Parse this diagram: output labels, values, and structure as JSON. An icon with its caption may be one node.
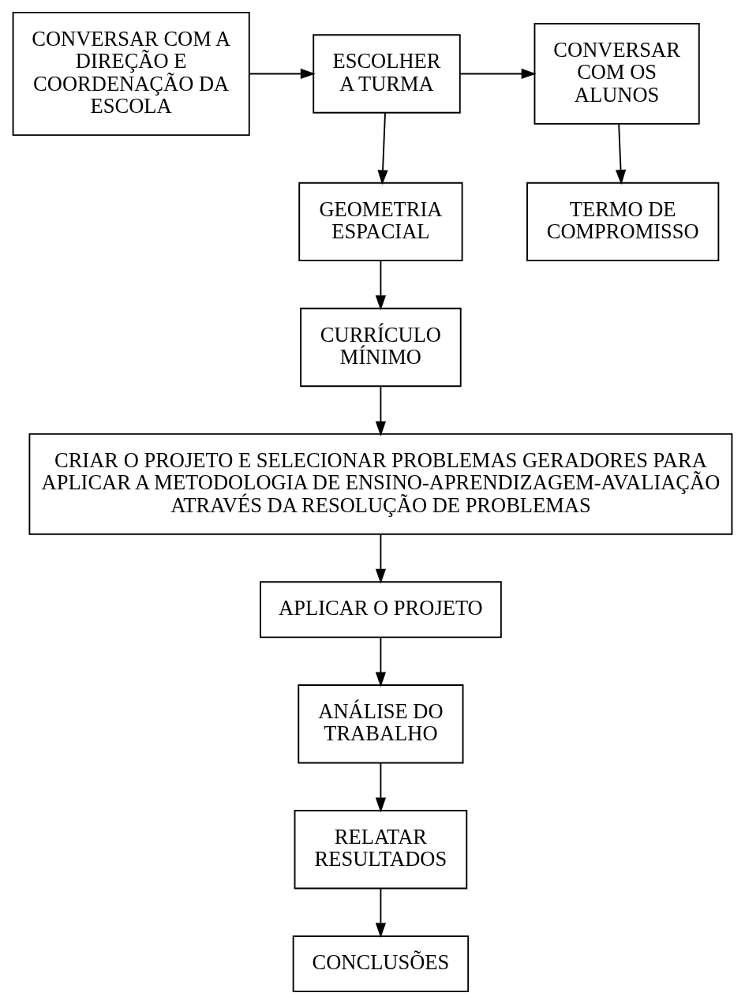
{
  "diagram": {
    "nodes": [
      {
        "text": [
          "CONVERSAR COM A DIREÇÃO E COORDENAÇÃO DA ESCOLA"
        ]
      },
      {
        "text": [
          "ESCOLHER A TURMA"
        ]
      },
      {
        "text": [
          "CONVERSAR COM OS ALUNOS"
        ]
      },
      {
        "text": [
          "GEOMETRIA ESPACIAL"
        ]
      },
      {
        "text": [
          "TERMO DE COMPROMISSO"
        ]
      },
      {
        "text": [
          "CURRÍCULO MÍNIMO"
        ]
      },
      {
        "text": [
          "CRIAR O PROJETO E SELECIONAR PROBLEMAS GERADORES PARA APLICAR A METODOLOGIA DE ENSINO-APRENDIZAGEM-AVALIAÇÃO ATRAVÉS DA RESOLUÇÃO DE PROBLEMAS"
        ]
      },
      {
        "text": [
          "APLICAR O PROJETO"
        ]
      },
      {
        "text": [
          "ANÁLISE DO TRABALHO"
        ]
      },
      {
        "text": [
          "RELATAR RESULTADOS"
        ]
      },
      {
        "text": [
          "CONCLUSÕES"
        ]
      }
    ],
    "edges": [
      {
        "from": 0,
        "to": 1,
        "arrow": "to"
      },
      {
        "from": 1,
        "to": 2,
        "arrow": "to"
      },
      {
        "from": 1,
        "to": 3,
        "arrow": "to"
      },
      {
        "from": 2,
        "to": 4,
        "arrow": "to"
      },
      {
        "from": 3,
        "to": 5,
        "arrow": "to"
      },
      {
        "from": 5,
        "to": 6,
        "arrow": "to"
      },
      {
        "from": 6,
        "to": 7,
        "arrow": "to"
      },
      {
        "from": 7,
        "to": 8,
        "arrow": "to"
      },
      {
        "from": 8,
        "to": 9,
        "arrow": "to"
      },
      {
        "from": 9,
        "to": 10,
        "arrow": "to"
      }
    ]
  }
}
